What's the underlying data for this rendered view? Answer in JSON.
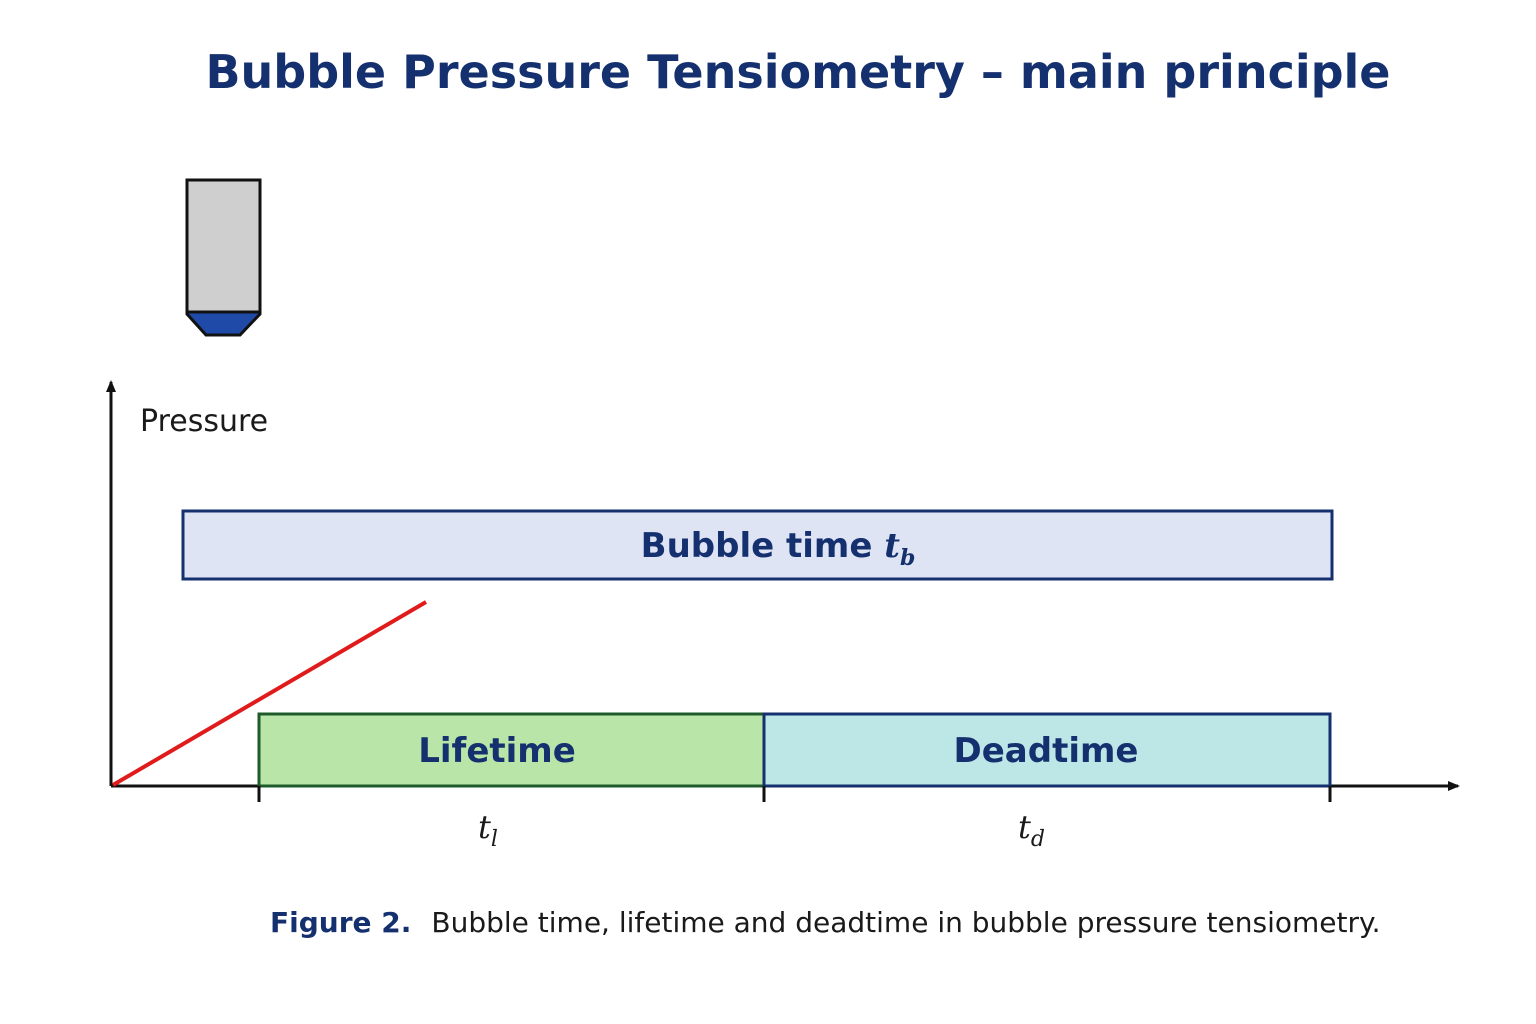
{
  "title": "Bubble Pressure Tensiometry – main principle",
  "axis": {
    "y_label": "Pressure"
  },
  "bars": {
    "bubble_time": {
      "label": "Bubble time ",
      "symbol": "t",
      "subscript": "b"
    },
    "lifetime": {
      "label": "Lifetime"
    },
    "deadtime": {
      "label": "Deadtime"
    }
  },
  "ticks": {
    "lifetime": {
      "symbol": "t",
      "subscript": "l"
    },
    "deadtime": {
      "symbol": "t",
      "subscript": "d"
    }
  },
  "caption": {
    "lead": "Figure 2.",
    "text": "Bubble time, lifetime and deadtime in bubble pressure tensiometry."
  },
  "colors": {
    "title": "#15306e",
    "bubble_bar_fill": "#dfe4f4",
    "bubble_bar_stroke": "#15306e",
    "lifetime_fill": "#b9e6a8",
    "lifetime_stroke": "#1f5a2a",
    "deadtime_fill": "#bde6e6",
    "deadtime_stroke": "#15306e",
    "pressure_line": "#e01b1b",
    "capillary_body": "#cfcfcf",
    "capillary_tip": "#1f4aa8"
  }
}
